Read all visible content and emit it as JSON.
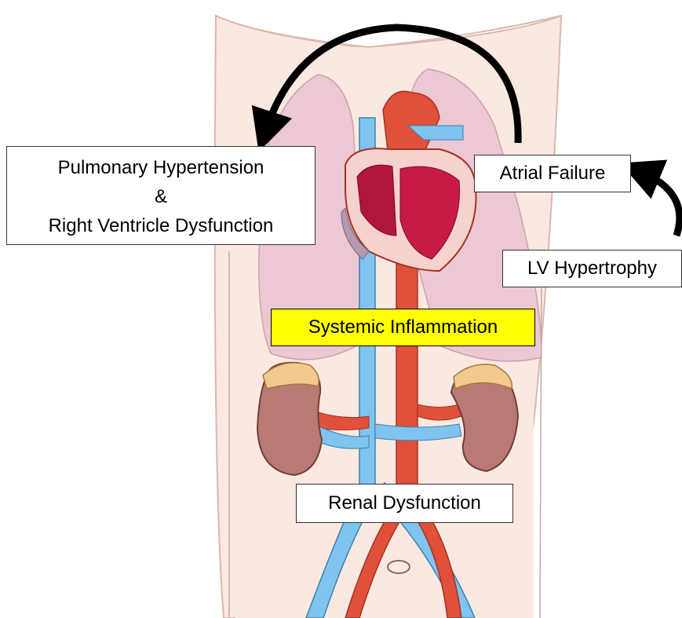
{
  "labels": {
    "pulmonary_line1": "Pulmonary  Hypertension",
    "pulmonary_line2": "&",
    "pulmonary_line3": "Right Ventricle Dysfunction",
    "atrial_failure": "Atrial Failure",
    "lv_hypertrophy": "LV Hypertrophy",
    "systemic_inflammation": "Systemic Inflammation",
    "renal_dysfunction": "Renal Dysfunction"
  },
  "colors": {
    "skin": "#fbe9e1",
    "lung": "#ecc8d2",
    "artery": "#e0503a",
    "vein": "#7fc4ee",
    "kidney": "#b87a72",
    "adrenal": "#f3c98e",
    "highlight": "#ffff00"
  }
}
